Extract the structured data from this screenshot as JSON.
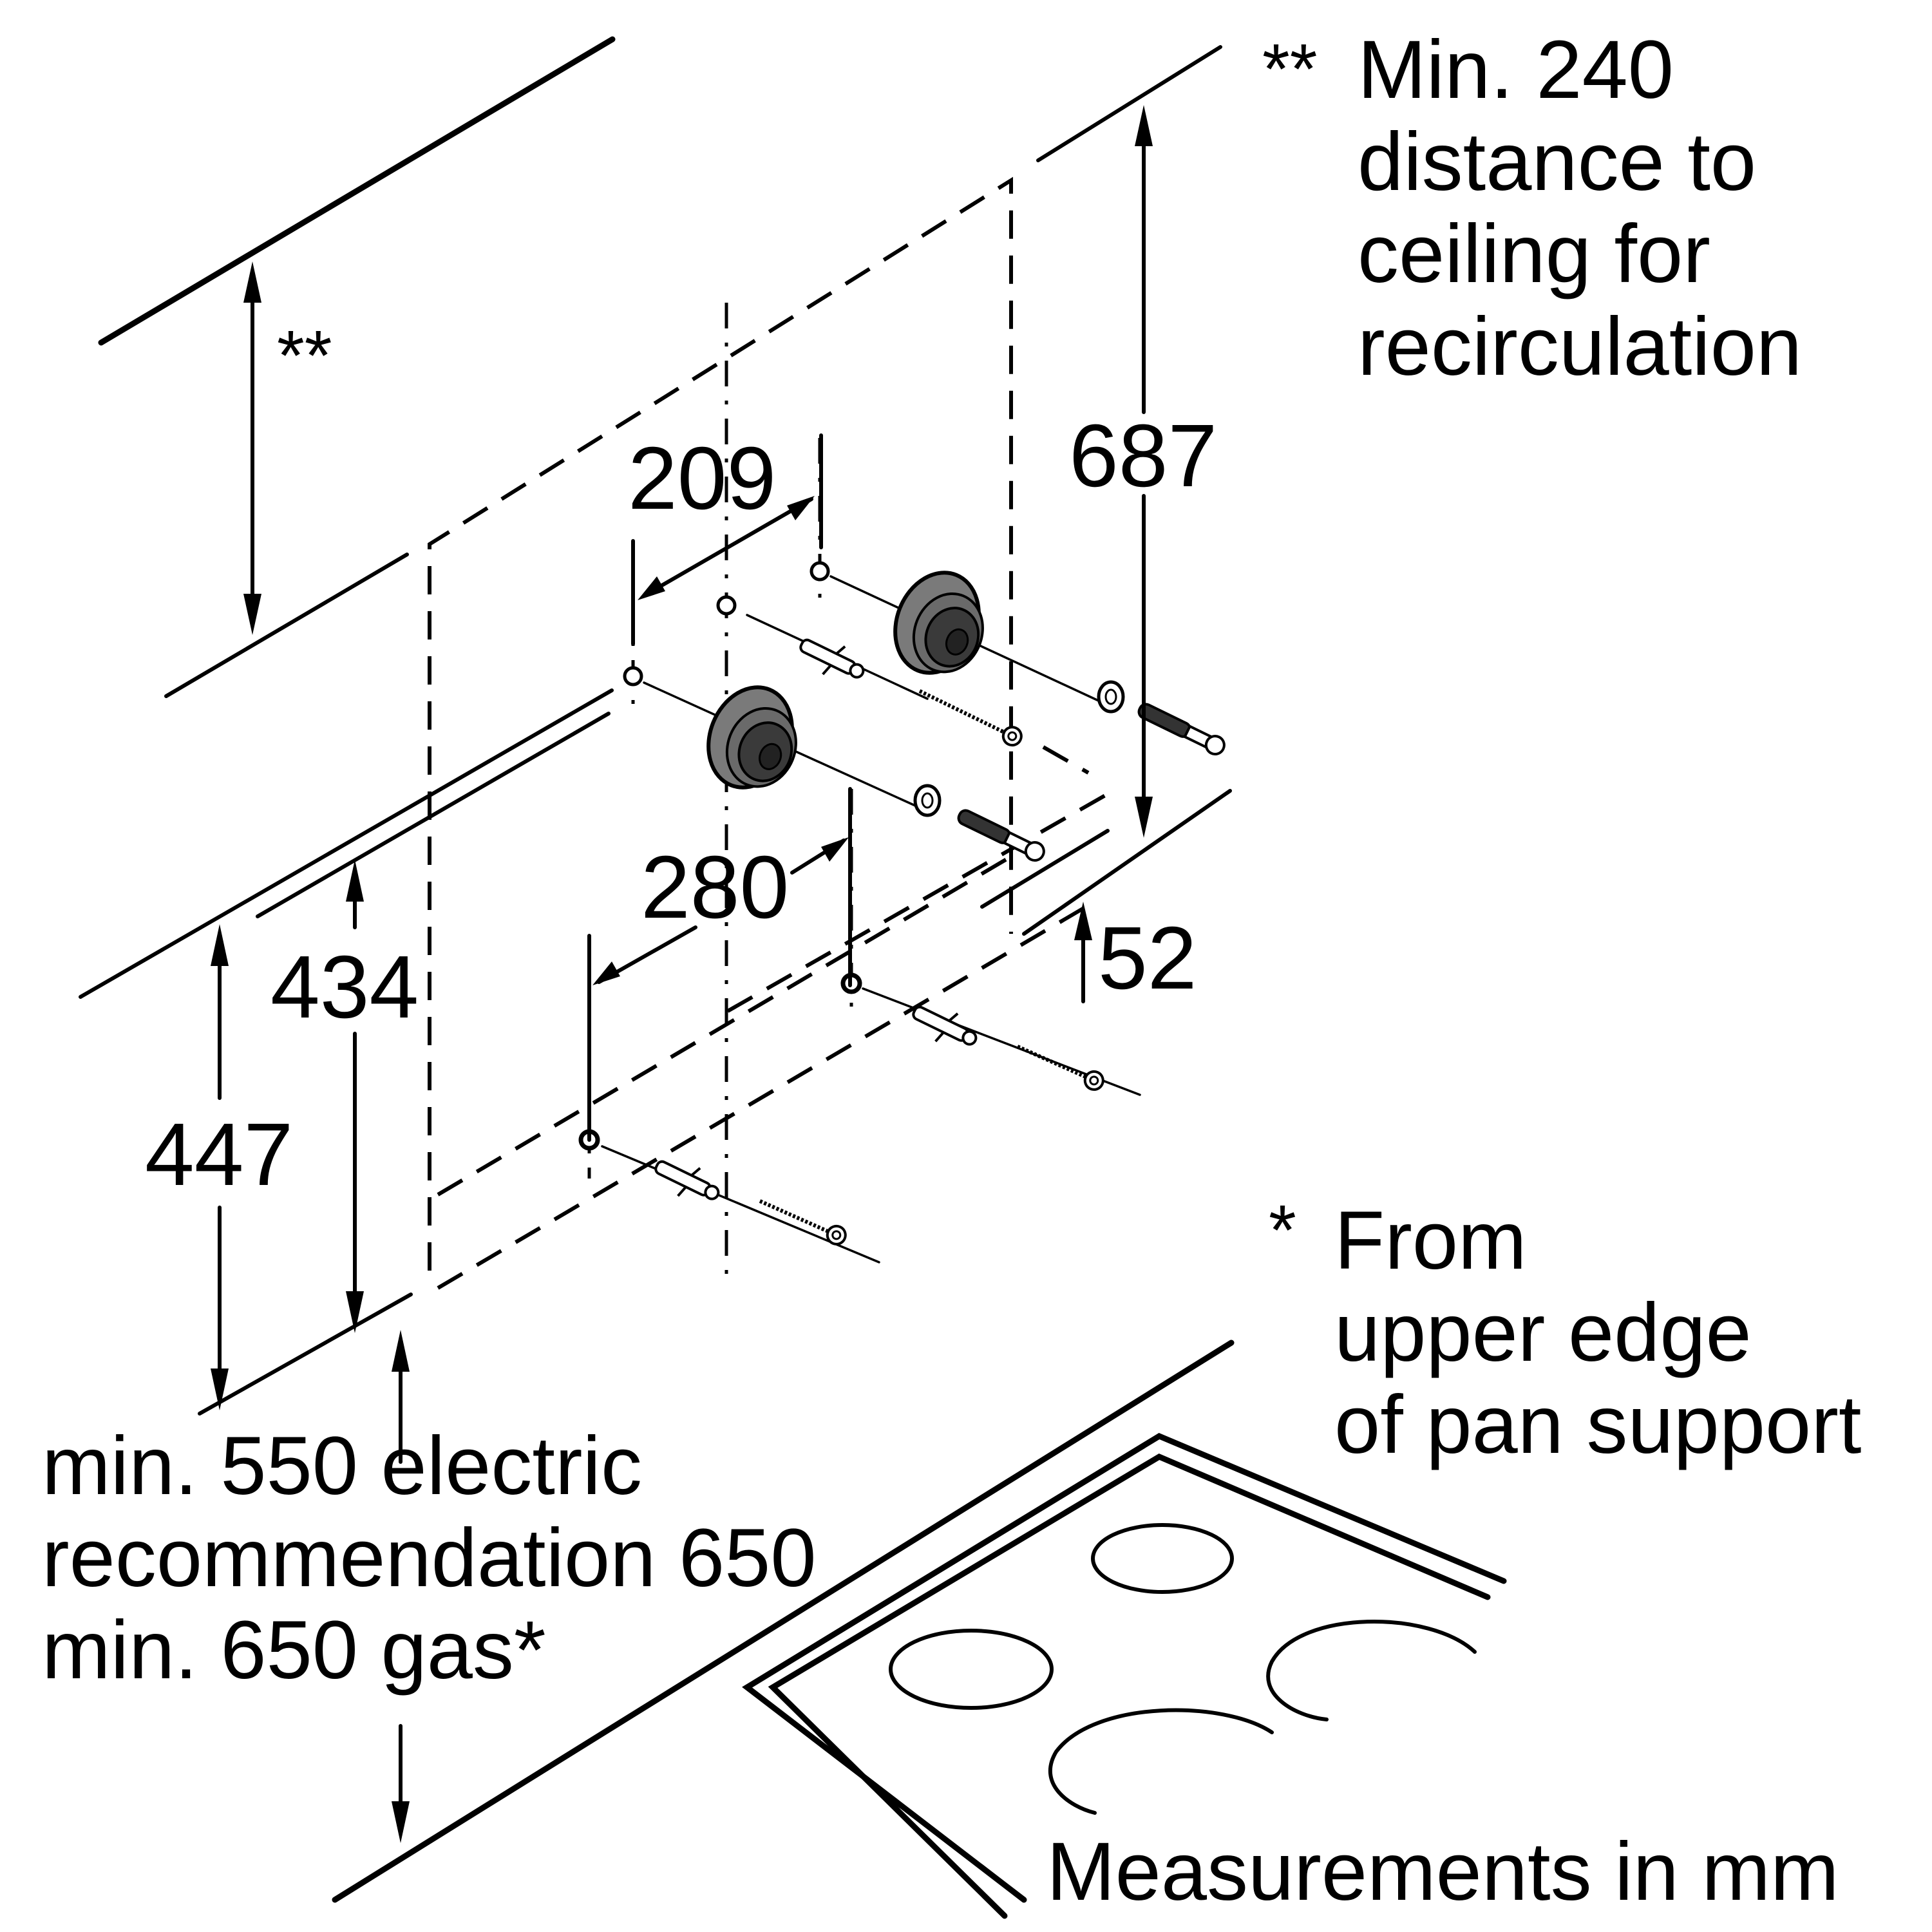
{
  "diagram": {
    "title": "Cooker hood wall-mounting dimensions",
    "colors": {
      "line": "#000000",
      "background": "#ffffff",
      "hardware_fill": "#7a7a7a",
      "hardware_dark": "#3a3a3a"
    },
    "dimensions": {
      "ceiling_gap": "**",
      "hole_spacing_upper": "209",
      "hole_spacing_lower": "280",
      "total_height": "687",
      "offset_bottom": "52",
      "height_outer": "447",
      "height_inner": "434"
    },
    "notes": {
      "ceiling": {
        "marker": "**",
        "lines": [
          "Min. 240",
          "distance to",
          "ceiling for",
          "recirculation"
        ]
      },
      "hob_distance": {
        "lines": [
          "min. 550 electric",
          "recommendation 650",
          "min. 650 gas*"
        ]
      },
      "pan_support": {
        "marker": "*",
        "lines": [
          "From",
          "upper edge",
          "of pan support"
        ]
      },
      "units": "Measurements in mm"
    },
    "parts": [
      {
        "name": "wall-plug",
        "count": 4
      },
      {
        "name": "screw",
        "count": 2
      },
      {
        "name": "washer",
        "count": 2
      },
      {
        "name": "bracket-knob",
        "count": 2
      },
      {
        "name": "anchor-bolt",
        "count": 2
      }
    ]
  }
}
